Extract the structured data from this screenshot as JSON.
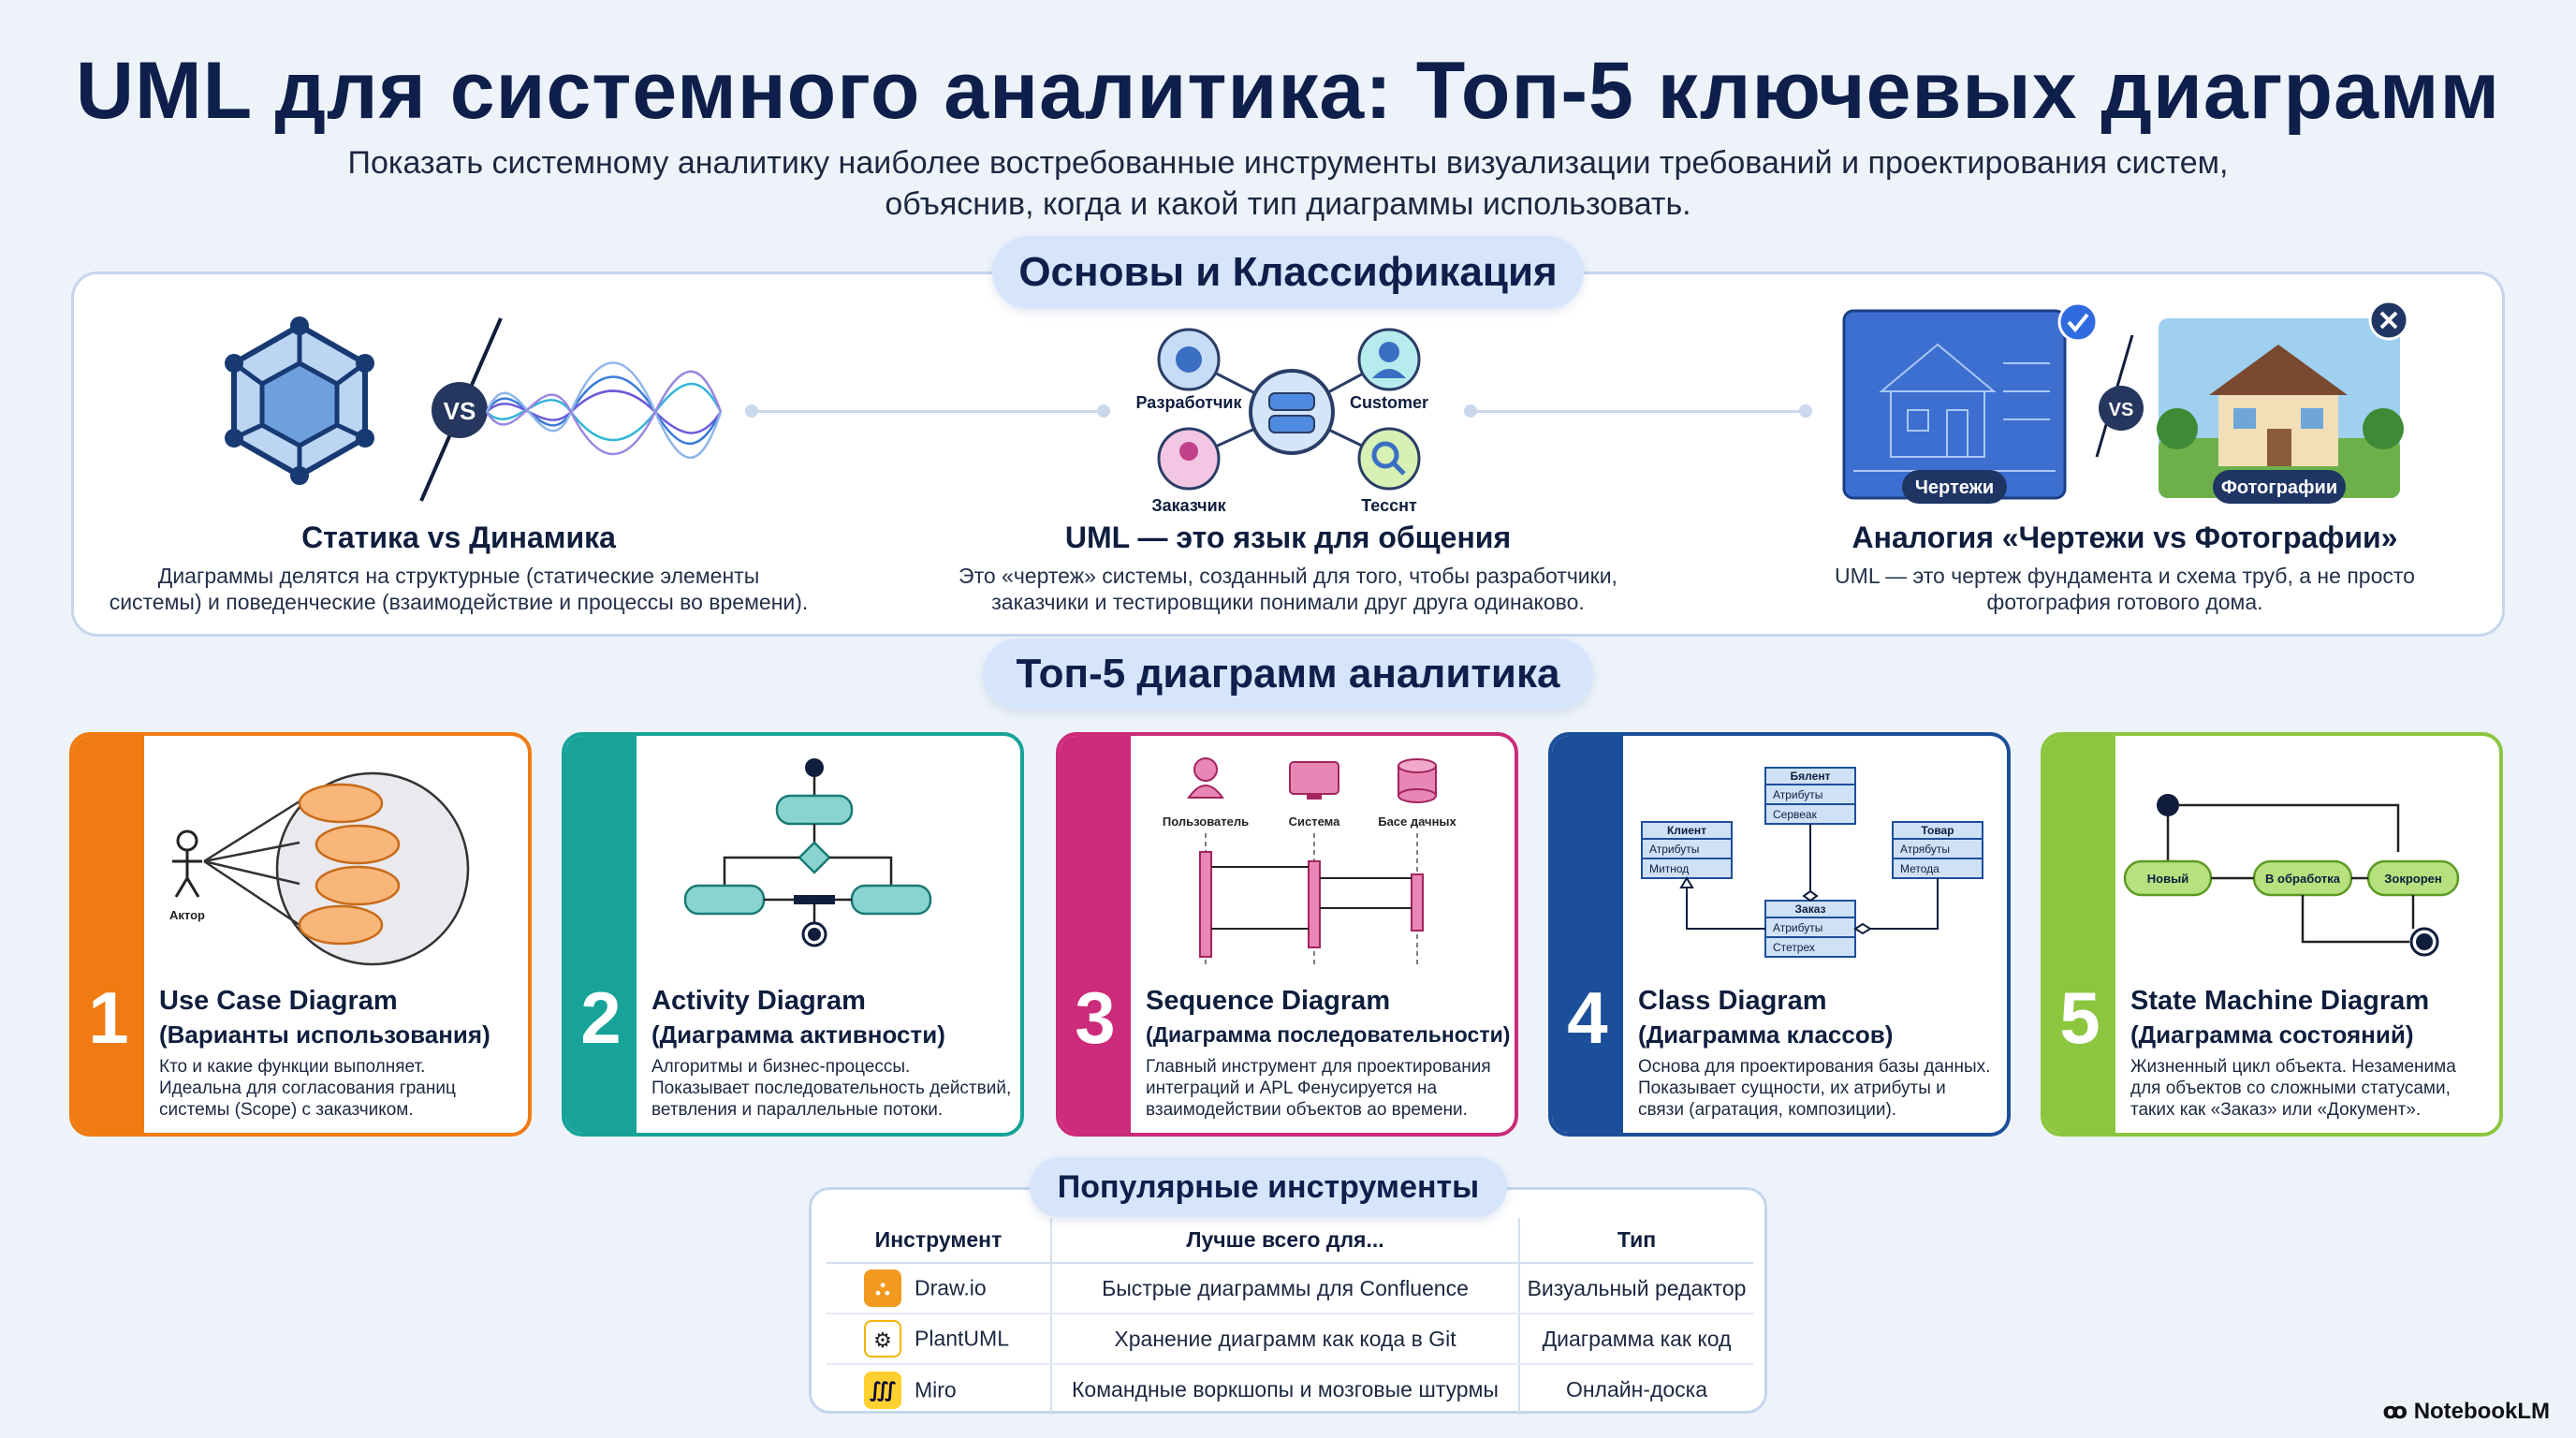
{
  "header": {
    "title": "UML для системного аналитика: Топ-5 ключевых диаграмм",
    "subtitle_line1": "Показать системному аналитику наиболее востребованные инструменты визуализации требований и проектирования систем,",
    "subtitle_line2": "объяснив, когда и какой тип диаграммы использовать."
  },
  "basics": {
    "heading": "Основы и Классификация",
    "items": [
      {
        "title": "Статика vs Динамика",
        "text_line1": "Диаграммы делятся на структурные (статические элементы",
        "text_line2": "системы) и поведенческие (взаимодействие и процессы во времени).",
        "badge": "VS"
      },
      {
        "title": "UML — это язык для общения",
        "text_line1": "Это «чертеж» системы, созданный для того, чтобы разработчики,",
        "text_line2": "заказчики и тестировщики понимали друг друга одинаково.",
        "roles": [
          "Разработчик",
          "Customer",
          "Заказчик",
          "Тесснт"
        ]
      },
      {
        "title": "Аналогия «Чертежи vs Фотографии»",
        "text_line1": "UML — это чертеж фундамента и схема труб, а не просто",
        "text_line2": "фотография готового дома.",
        "badge": "VS",
        "left_label": "Чертежи",
        "right_label": "Фотографии"
      }
    ]
  },
  "top5": {
    "heading": "Топ-5 диаграмм аналитика",
    "cards": [
      {
        "num": "1",
        "title": "Use Case Diagram",
        "subtitle": "(Варианты использования)",
        "desc_line1": "Кто и какие функции выполняет.",
        "desc_line2": "Идеальна для согласования границ",
        "desc_line3": "системы (Scope) с заказчиком.",
        "color": "#f07b12",
        "labels": [
          "Актор"
        ]
      },
      {
        "num": "2",
        "title": "Activity Diagram",
        "subtitle": "(Диаграмма активности)",
        "desc_line1": "Алгоритмы и бизнес-процессы.",
        "desc_line2": "Показывает последовательность действий,",
        "desc_line3": "ветвления и параллельные потоки.",
        "color": "#17a39a"
      },
      {
        "num": "3",
        "title": "Sequence Diagram",
        "subtitle": "(Диаграмма последовательности)",
        "desc_line1": "Главный инструмент для проектирования",
        "desc_line2": "интеграций и APL Фенусируется на",
        "desc_line3": "взаимодействии объектов ао времени.",
        "color": "#cc2a7a",
        "labels": [
          "Пользователь",
          "Система",
          "Басе дачных"
        ]
      },
      {
        "num": "4",
        "title": "Class Diagram",
        "subtitle": "(Диаграмма классов)",
        "desc_line1": "Основа для проектирования базы данных.",
        "desc_line2": "Показывает сущности, их атрибуты и",
        "desc_line3": "связи (агратация, композиции).",
        "color": "#1c4f9a",
        "labels": [
          "Бялент",
          "Атрибуты",
          "Сервеак",
          "Клиент",
          "Атрибуты",
          "Митнод",
          "Товар",
          "Атрябуты",
          "Метода",
          "Заказ",
          "Атрибуты",
          "Стетрех"
        ]
      },
      {
        "num": "5",
        "title": "State Machine Diagram",
        "subtitle": "(Диаграмма состояний)",
        "desc_line1": "Жизненный цикл объекта. Незаменима",
        "desc_line2": "для объектов со сложными статусами,",
        "desc_line3": "таких как «Заказ» или «Документ».",
        "color": "#8cc63f",
        "labels": [
          "Новый",
          "В обработка",
          "Зокрорен"
        ]
      }
    ]
  },
  "tools": {
    "heading": "Популярные инструменты",
    "columns": [
      "Инструмент",
      "Лучше всего для...",
      "Тип"
    ],
    "rows": [
      {
        "name": "Draw.io",
        "best_for": "Быстрые диаграммы для Confluence",
        "type": "Визуальный редактор",
        "icon": "drawio-icon"
      },
      {
        "name": "PlantUML",
        "best_for": "Хранение диаграмм как кода в Git",
        "type": "Диаграмма как код",
        "icon": "plantuml-icon"
      },
      {
        "name": "Miro",
        "best_for": "Командные воркшопы и мозговые штурмы",
        "type": "Онлайн-доска",
        "icon": "miro-icon"
      }
    ]
  },
  "branding": {
    "label": "NotebookLM"
  }
}
